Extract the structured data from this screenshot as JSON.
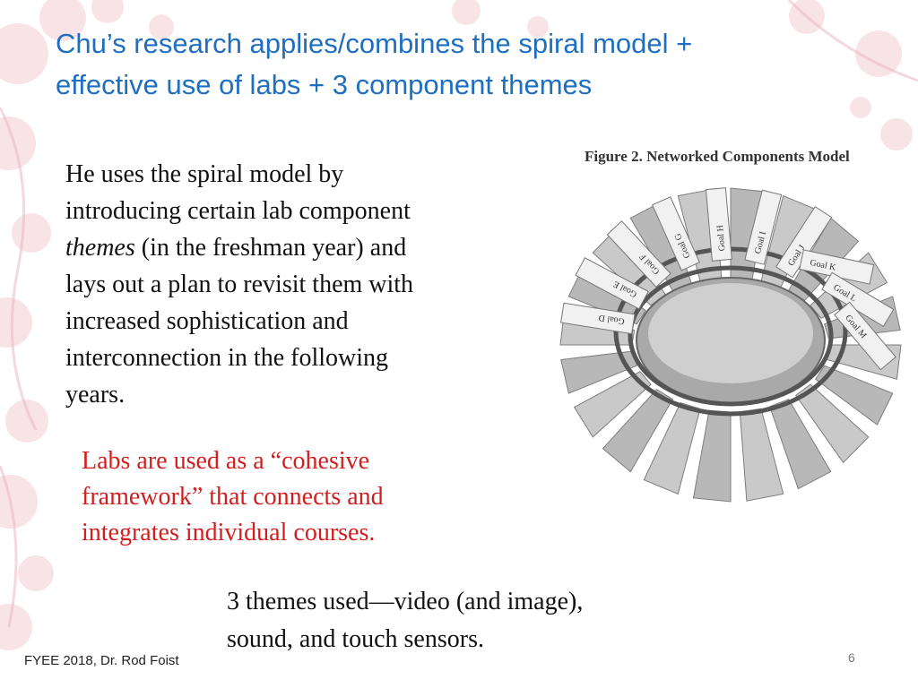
{
  "slide": {
    "title_lines": [
      "Chu’s research applies/combines the spiral model +",
      "effective use of labs + 3 component themes"
    ],
    "body": {
      "line1": "He uses the spiral model by",
      "line2": "introducing certain lab component",
      "line3_em": "themes",
      "line3_rest": " (in the freshman year) and",
      "line4": "lays out a plan to revisit them with",
      "line5": "increased sophistication and",
      "line6": "interconnection in the following",
      "line7": "years."
    },
    "highlight_lines": [
      "Labs are used as a “cohesive",
      "framework” that connects and",
      "integrates individual courses."
    ],
    "themes_lines": [
      "3 themes used—video (and image),",
      "sound, and touch sensors."
    ],
    "figure": {
      "caption": "Figure 2. Networked Components Model",
      "goal_labels": [
        "Goal D",
        "Goal E",
        "Goal F",
        "Goal G",
        "Goal H",
        "Goal I",
        "Goal J",
        "Goal K",
        "Goal L",
        "Goal M"
      ]
    },
    "footer": "FYEE 2018, Dr. Rod Foist",
    "page_number": "6"
  },
  "colors": {
    "title": "#1f6fc0",
    "highlight": "#d21e1e",
    "blossom": "#f2c4cc"
  }
}
